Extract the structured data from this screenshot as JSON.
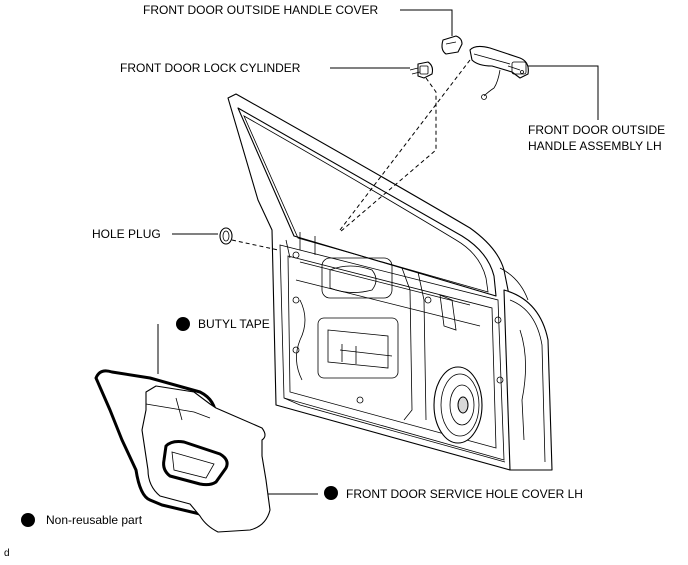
{
  "labels": {
    "outside_handle_cover": "FRONT DOOR OUTSIDE HANDLE COVER",
    "lock_cylinder": "FRONT DOOR LOCK CYLINDER",
    "handle_assembly_line1": "FRONT DOOR OUTSIDE",
    "handle_assembly_line2": "HANDLE ASSEMBLY LH",
    "hole_plug": "HOLE PLUG",
    "butyl_tape": "BUTYL TAPE",
    "service_hole_cover": "FRONT DOOR SERVICE HOLE COVER LH"
  },
  "legend": {
    "non_reusable": "Non-reusable part"
  },
  "corner_mark": "d"
}
